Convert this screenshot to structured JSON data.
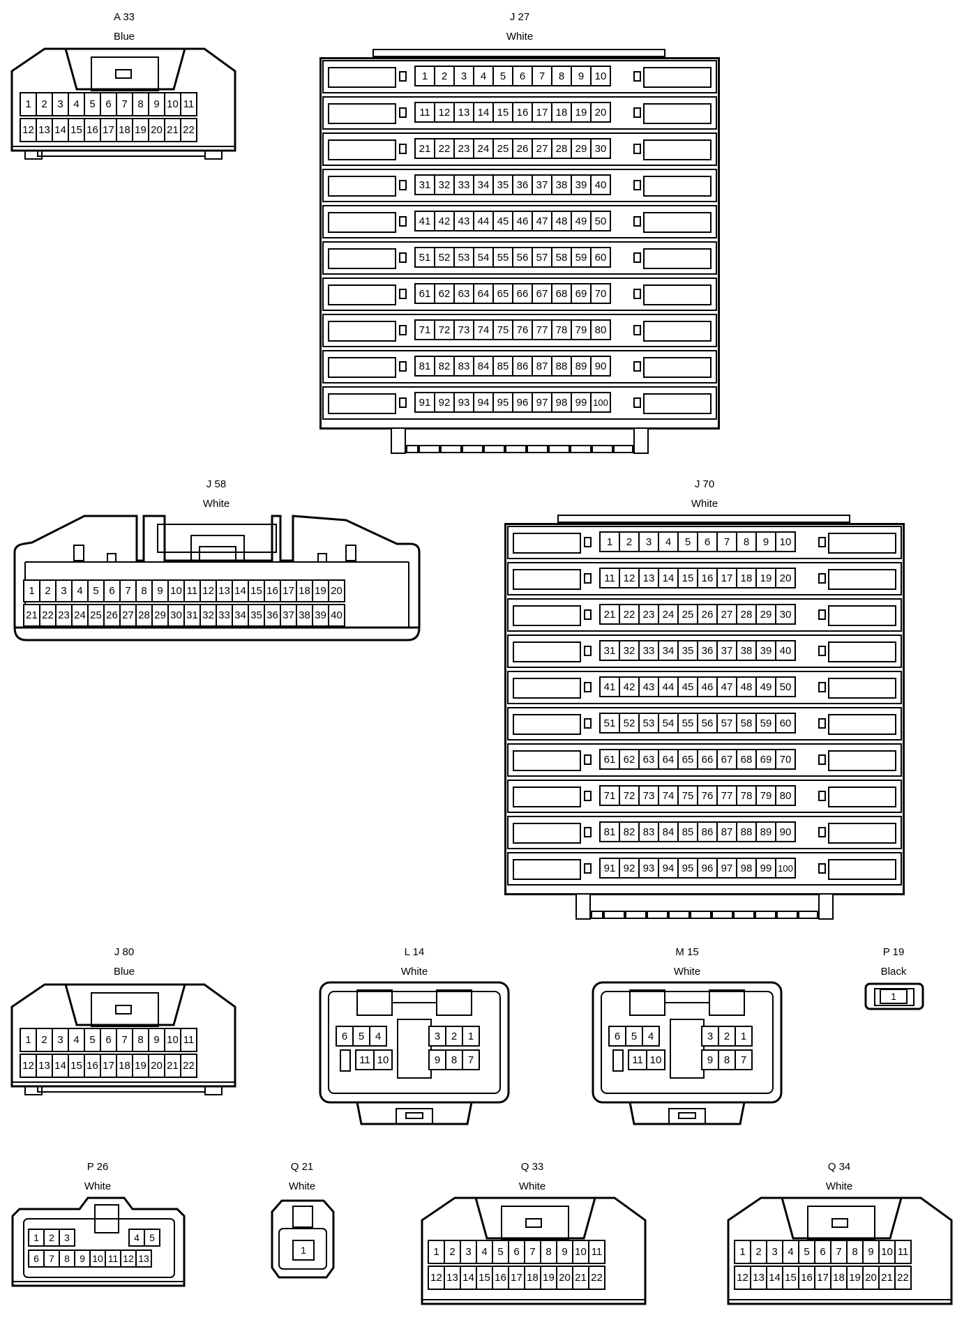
{
  "connectors": {
    "a33": {
      "code": "A 33",
      "color": "Blue"
    },
    "j27": {
      "code": "J 27",
      "color": "White"
    },
    "j58": {
      "code": "J 58",
      "color": "White"
    },
    "j70": {
      "code": "J 70",
      "color": "White"
    },
    "j80": {
      "code": "J 80",
      "color": "Blue"
    },
    "l14": {
      "code": "L 14",
      "color": "White"
    },
    "m15": {
      "code": "M 15",
      "color": "White"
    },
    "p19": {
      "code": "P 19",
      "color": "Black"
    },
    "p26": {
      "code": "P 26",
      "color": "White"
    },
    "q21": {
      "code": "Q 21",
      "color": "White"
    },
    "q33": {
      "code": "Q 33",
      "color": "White"
    },
    "q34": {
      "code": "Q 34",
      "color": "White"
    }
  },
  "pins": {
    "a33_row1": [
      "1",
      "2",
      "3",
      "4",
      "5",
      "6",
      "7",
      "8",
      "9",
      "10",
      "11"
    ],
    "a33_row2": [
      "12",
      "13",
      "14",
      "15",
      "16",
      "17",
      "18",
      "19",
      "20",
      "21",
      "22"
    ],
    "j58_row1": [
      "1",
      "2",
      "3",
      "4",
      "5",
      "6",
      "7",
      "8",
      "9",
      "10",
      "11",
      "12",
      "13",
      "14",
      "15",
      "16",
      "17",
      "18",
      "19",
      "20"
    ],
    "j58_row2": [
      "21",
      "22",
      "23",
      "24",
      "25",
      "26",
      "27",
      "28",
      "29",
      "30",
      "31",
      "32",
      "33",
      "34",
      "35",
      "36",
      "37",
      "38",
      "39",
      "40"
    ],
    "l14_left_top": [
      "6",
      "5",
      "4"
    ],
    "l14_right_top": [
      "3",
      "2",
      "1"
    ],
    "l14_left_bottom": [
      "11",
      "10"
    ],
    "l14_right_bottom": [
      "9",
      "8",
      "7"
    ],
    "p26_left_top": [
      "1",
      "2",
      "3"
    ],
    "p26_right_top": [
      "4",
      "5"
    ],
    "p26_bottom": [
      "6",
      "7",
      "8",
      "9",
      "10",
      "11",
      "12",
      "13"
    ],
    "single": [
      "1"
    ],
    "hundred": [
      "1",
      "2",
      "3",
      "4",
      "5",
      "6",
      "7",
      "8",
      "9",
      "10",
      "11",
      "12",
      "13",
      "14",
      "15",
      "16",
      "17",
      "18",
      "19",
      "20",
      "21",
      "22",
      "23",
      "24",
      "25",
      "26",
      "27",
      "28",
      "29",
      "30",
      "31",
      "32",
      "33",
      "34",
      "35",
      "36",
      "37",
      "38",
      "39",
      "40",
      "41",
      "42",
      "43",
      "44",
      "45",
      "46",
      "47",
      "48",
      "49",
      "50",
      "51",
      "52",
      "53",
      "54",
      "55",
      "56",
      "57",
      "58",
      "59",
      "60",
      "61",
      "62",
      "63",
      "64",
      "65",
      "66",
      "67",
      "68",
      "69",
      "70",
      "71",
      "72",
      "73",
      "74",
      "75",
      "76",
      "77",
      "78",
      "79",
      "80",
      "81",
      "82",
      "83",
      "84",
      "85",
      "86",
      "87",
      "88",
      "89",
      "90",
      "91",
      "92",
      "93",
      "94",
      "95",
      "96",
      "97",
      "98",
      "99",
      "100"
    ]
  }
}
